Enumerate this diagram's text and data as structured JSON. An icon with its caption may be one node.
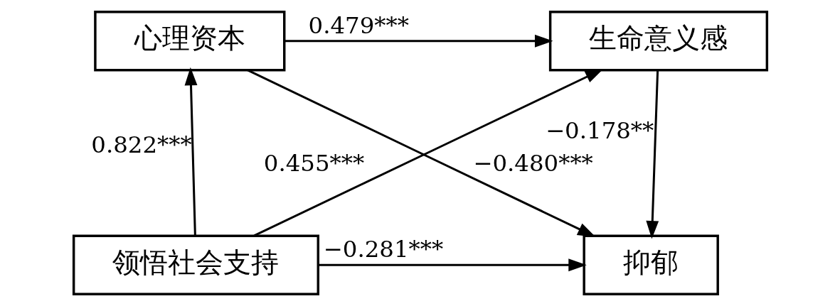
{
  "diagram": {
    "nodes": [
      {
        "text": [
          "心理资本"
        ]
      },
      {
        "text": [
          "生命意义感"
        ]
      },
      {
        "text": [
          "领悟社会支持"
        ]
      },
      {
        "text": [
          "抑郁"
        ]
      }
    ],
    "edges": [
      {
        "from": 0,
        "to": 1,
        "arrow": "to",
        "label": "0.479***"
      },
      {
        "from": 2,
        "to": 0,
        "arrow": "to",
        "label": "0.822***"
      },
      {
        "from": 2,
        "to": 1,
        "arrow": "to",
        "label": "0.455***"
      },
      {
        "from": 0,
        "to": 3,
        "arrow": "to",
        "label": "−0.480***"
      },
      {
        "from": 1,
        "to": 3,
        "arrow": "to",
        "label": "−0.178**"
      },
      {
        "from": 2,
        "to": 3,
        "arrow": "to",
        "label": "−0.281***"
      }
    ]
  }
}
